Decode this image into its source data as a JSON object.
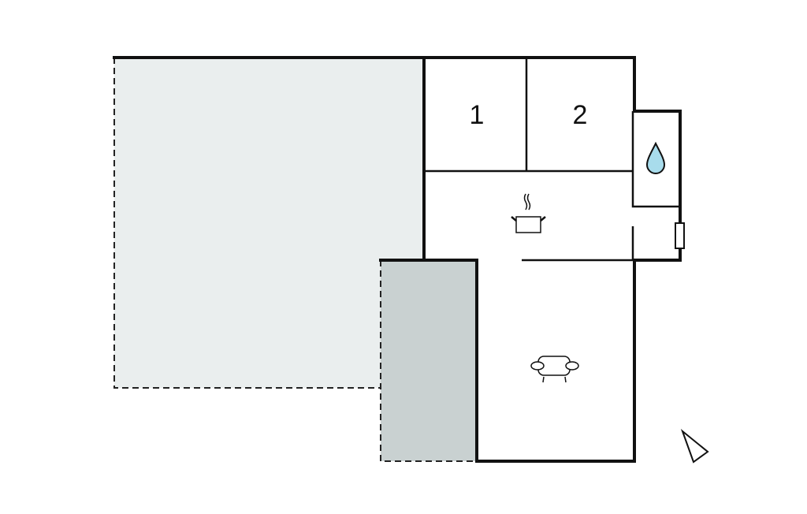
{
  "floorplan": {
    "rooms": [
      {
        "label": "1",
        "type": "bedroom"
      },
      {
        "label": "2",
        "type": "bedroom"
      }
    ],
    "icons": [
      "water-drop-icon",
      "cooking-pot-icon",
      "armchair-icon",
      "compass-arrow-icon"
    ],
    "colors": {
      "terrace": "#eaeeee",
      "covered_terrace": "#c9d1d1",
      "wall": "#111111",
      "water": "#a8dcec"
    }
  }
}
